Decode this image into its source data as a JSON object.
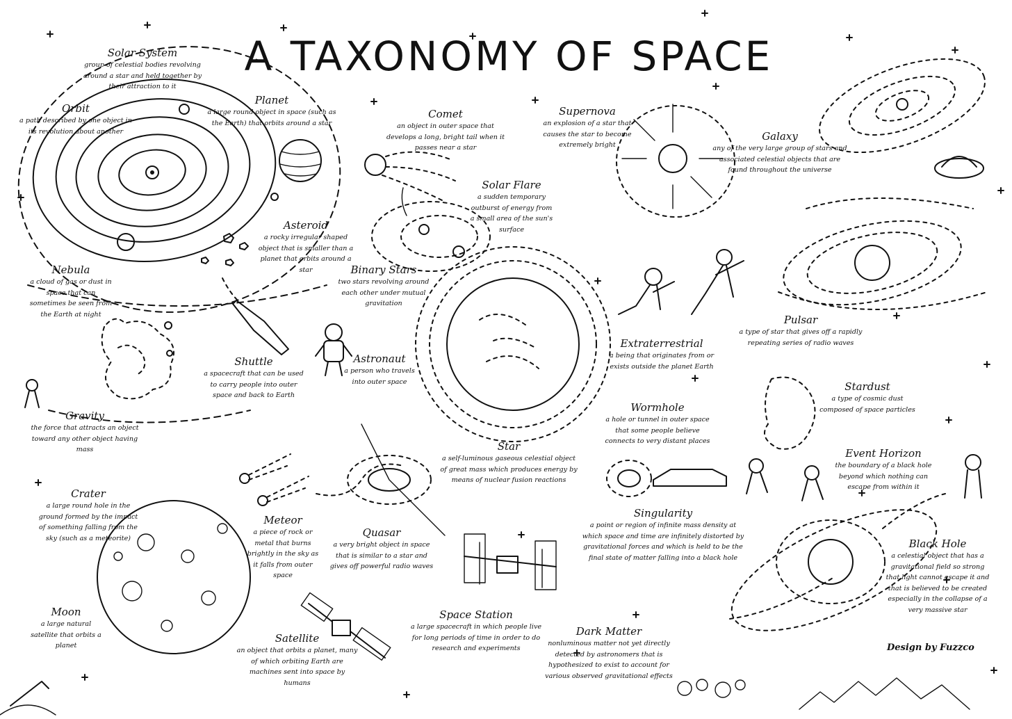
{
  "title": "A TAXONOMY OF SPACE",
  "credit": "Design by Fuzzco",
  "entries": {
    "solar_system": {
      "term": "Solar System",
      "def": "group of celestial bodies revolving around a star and held together by their attraction to it"
    },
    "orbit": {
      "term": "Orbit",
      "def": "a path described by one object in its revolution about another"
    },
    "planet": {
      "term": "Planet",
      "def": "a large round object in space (such as the Earth) that orbits around a star"
    },
    "comet": {
      "term": "Comet",
      "def": "an object in outer space that develops a long, bright tail when it passes near a star"
    },
    "supernova": {
      "term": "Supernova",
      "def": "an explosion of a star that causes the star to become extremely bright"
    },
    "galaxy": {
      "term": "Galaxy",
      "def": "any of the very large group of stars and associated celestial objects that are found throughout the universe"
    },
    "solar_flare": {
      "term": "Solar Flare",
      "def": "a sudden temporary outburst of energy from a small area of the sun's surface"
    },
    "asteroid": {
      "term": "Asteroid",
      "def": "a rocky irregular shaped object that is smaller than a planet that orbits around a star"
    },
    "binary_stars": {
      "term": "Binary Stars",
      "def": "two stars revolving around each other under mutual gravitation"
    },
    "nebula": {
      "term": "Nebula",
      "def": "a cloud of gas or dust in space that can sometimes be seen from the Earth at night"
    },
    "shuttle": {
      "term": "Shuttle",
      "def": "a spacecraft that can be used to carry people into outer space and back to Earth"
    },
    "astronaut": {
      "term": "Astronaut",
      "def": "a person who travels into outer space"
    },
    "extraterrestrial": {
      "term": "Extraterrestrial",
      "def": "a being that originates from or exists outside the planet Earth"
    },
    "pulsar": {
      "term": "Pulsar",
      "def": "a type of star that gives off a rapidly repeating series of radio waves"
    },
    "stardust": {
      "term": "Stardust",
      "def": "a type of cosmic dust composed of space particles"
    },
    "gravity": {
      "term": "Gravity",
      "def": "the force that attracts an object toward any other object having mass"
    },
    "wormhole": {
      "term": "Wormhole",
      "def": "a hole or tunnel in outer space that some people believe connects to very distant places"
    },
    "star": {
      "term": "Star",
      "def": "a self-luminous gaseous celestial object of great mass which produces energy by means of nuclear fusion reactions"
    },
    "event_horizon": {
      "term": "Event Horizon",
      "def": "the boundary of a black hole beyond which nothing can escape from within it"
    },
    "crater": {
      "term": "Crater",
      "def": "a large round hole in the ground formed by the impact of something falling from the sky (such as a meteorite)"
    },
    "meteor": {
      "term": "Meteor",
      "def": "a piece of rock or metal that burns brightly in the sky as it falls from outer space"
    },
    "quasar": {
      "term": "Quasar",
      "def": "a very bright object in space that is similar to a star and gives off powerful radio waves"
    },
    "singularity": {
      "term": "Singularity",
      "def": "a point or region of infinite mass density at which space and time are infinitely distorted by gravitational forces and which is held to be the final state of matter falling into a black hole"
    },
    "black_hole": {
      "term": "Black Hole",
      "def": "a celestial object that has a gravitational field so strong that light cannot escape it and that is believed to be created especially in the collapse of a very massive star"
    },
    "moon": {
      "term": "Moon",
      "def": "a large natural satellite that orbits a planet"
    },
    "satellite": {
      "term": "Satellite",
      "def": "an object that orbits a planet, many of which orbiting Earth are machines sent into space by humans"
    },
    "space_station": {
      "term": "Space Station",
      "def": "a large spacecraft in which people live for long periods of time in order to do research and experiments"
    },
    "dark_matter": {
      "term": "Dark Matter",
      "def": "nonluminous matter not yet directly detected by astronomers that is hypothesized to exist to account for various observed gravitational effects"
    }
  }
}
